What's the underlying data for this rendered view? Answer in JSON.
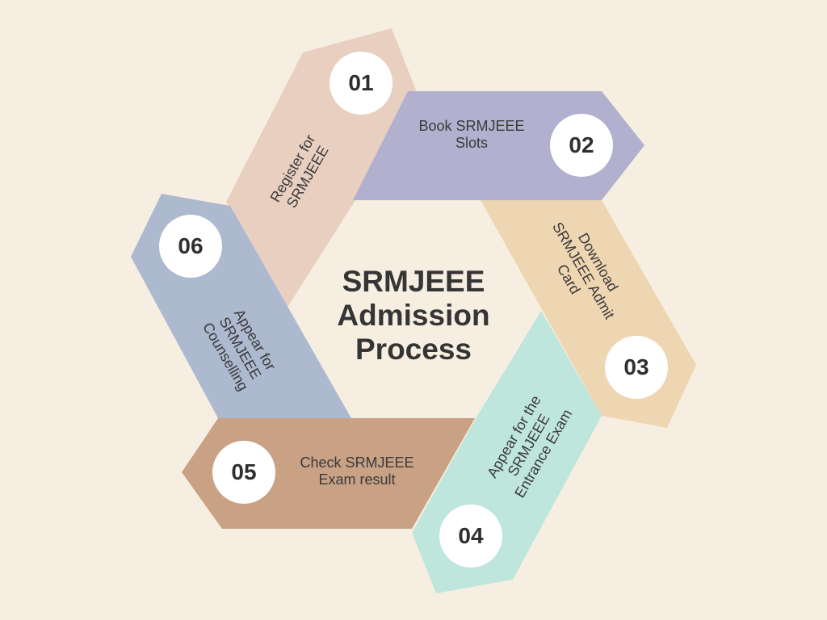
{
  "title": "SRMJEEE\nAdmission\nProcess",
  "steps": [
    {
      "number": "01",
      "label": "Register for\nSRMJEEE",
      "color": "#e8cfc0"
    },
    {
      "number": "02",
      "label": "Book SRMJEEE\nSlots",
      "color": "#b1b1cf"
    },
    {
      "number": "03",
      "label": "Download\nSRMJEEE Admit\nCard",
      "color": "#efd6b2"
    },
    {
      "number": "04",
      "label": "Appear for the\nSRMJEEE\nEntrance Exam",
      "color": "#bfe6dc"
    },
    {
      "number": "05",
      "label": "Check SRMJEEE\nExam result",
      "color": "#c9a185"
    },
    {
      "number": "06",
      "label": "Appear for\nSRMJEEE\nCounselling",
      "color": "#adb9cf"
    }
  ]
}
